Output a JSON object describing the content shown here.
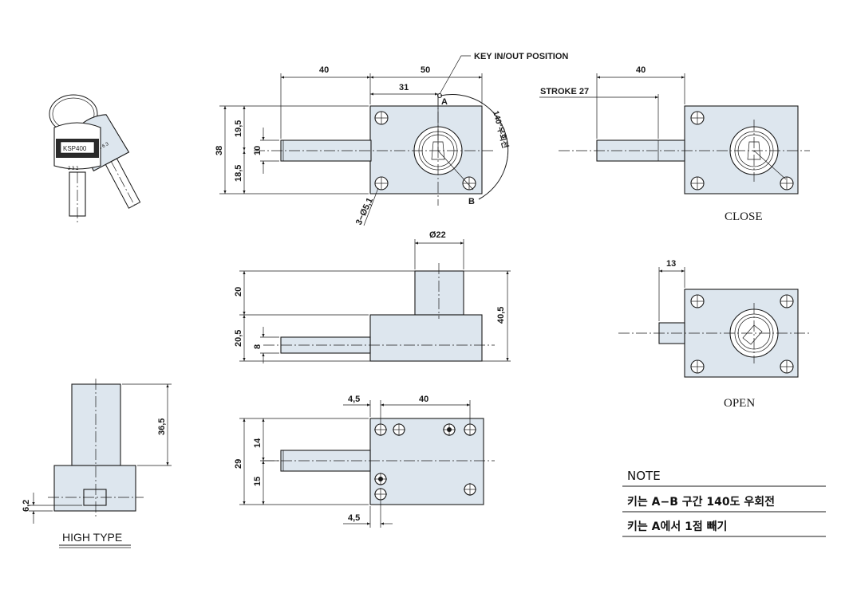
{
  "top_view": {
    "dim_40": "40",
    "dim_50": "50",
    "dim_31": "31",
    "dim_38": "38",
    "dim_19_5": "19,5",
    "dim_18_5": "18,5",
    "dim_10": "10",
    "key_label": "KEY IN/OUT POSITION",
    "point_a": "A",
    "point_b": "B",
    "arc_label": "140°우회전",
    "holes_label": "3−Ø5,1"
  },
  "close_view": {
    "dim_40": "40",
    "stroke_label": "STROKE 27",
    "caption": "CLOSE"
  },
  "open_view": {
    "dim_13": "13",
    "caption": "OPEN"
  },
  "side_view": {
    "dim_d22": "Ø22",
    "dim_20": "20",
    "dim_20_5": "20,5",
    "dim_8": "8",
    "dim_40_5": "40,5"
  },
  "front_view": {
    "dim_4_5_top": "4,5",
    "dim_40": "40",
    "dim_29": "29",
    "dim_14": "14",
    "dim_15": "15",
    "dim_4_5_bottom": "4,5"
  },
  "high_type": {
    "dim_36_5": "36,5",
    "dim_6_2": "6,2",
    "caption": "HIGH TYPE"
  },
  "key_image": {
    "model": "KSP400",
    "code": "2 3 2",
    "code2": "5 6 3"
  },
  "note": {
    "title": "NOTE",
    "line1": "키는 A−B 구간 140도 우회전",
    "line2": "키는 A에서 1점 빼기"
  }
}
